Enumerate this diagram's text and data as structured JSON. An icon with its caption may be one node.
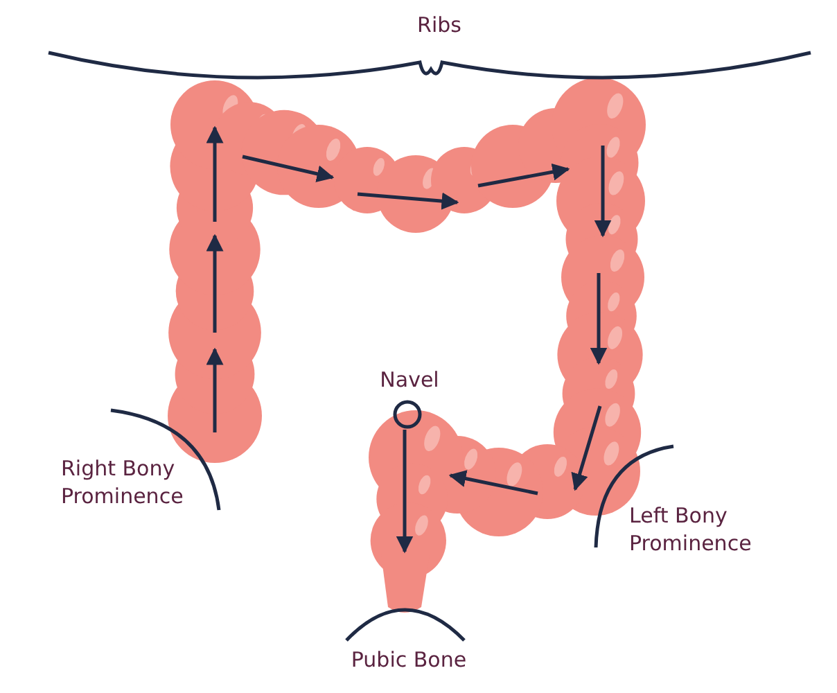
{
  "diagram": {
    "labels": [
      "Ribs",
      "Navel",
      "Right Bony Prominence",
      "Left Bony Prominence",
      "Pubic Bone"
    ]
  }
}
